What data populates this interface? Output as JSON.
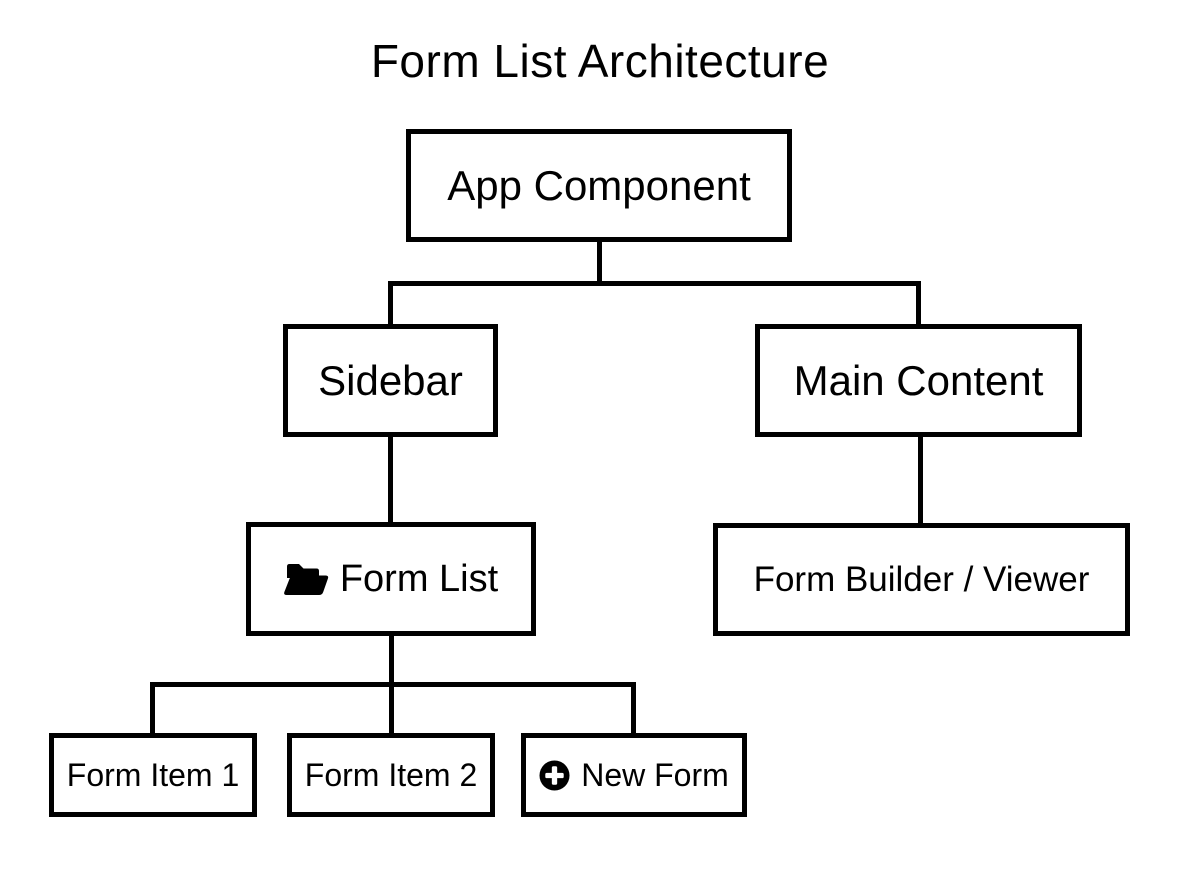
{
  "diagram": {
    "title": "Form List Architecture",
    "nodes": {
      "app_component": {
        "label": "App Component"
      },
      "sidebar": {
        "label": "Sidebar"
      },
      "main_content": {
        "label": "Main Content"
      },
      "form_list": {
        "label": "Form List",
        "icon": "folder-open-icon"
      },
      "form_builder_viewer": {
        "label": "Form Builder / Viewer"
      },
      "form_item_1": {
        "label": "Form Item 1"
      },
      "form_item_2": {
        "label": "Form Item 2"
      },
      "new_form": {
        "label": "New Form",
        "icon": "plus-circle-icon"
      }
    },
    "edges": [
      {
        "from": "App Component",
        "to": "Sidebar"
      },
      {
        "from": "App Component",
        "to": "Main Content"
      },
      {
        "from": "Sidebar",
        "to": "Form List"
      },
      {
        "from": "Main Content",
        "to": "Form Builder / Viewer"
      },
      {
        "from": "Form List",
        "to": "Form Item 1"
      },
      {
        "from": "Form List",
        "to": "Form Item 2"
      },
      {
        "from": "Form List",
        "to": "New Form"
      }
    ],
    "colors": {
      "line": "#000000",
      "border": "#000000",
      "fill": "#ffffff",
      "text": "#000000",
      "background": "#ffffff"
    }
  }
}
